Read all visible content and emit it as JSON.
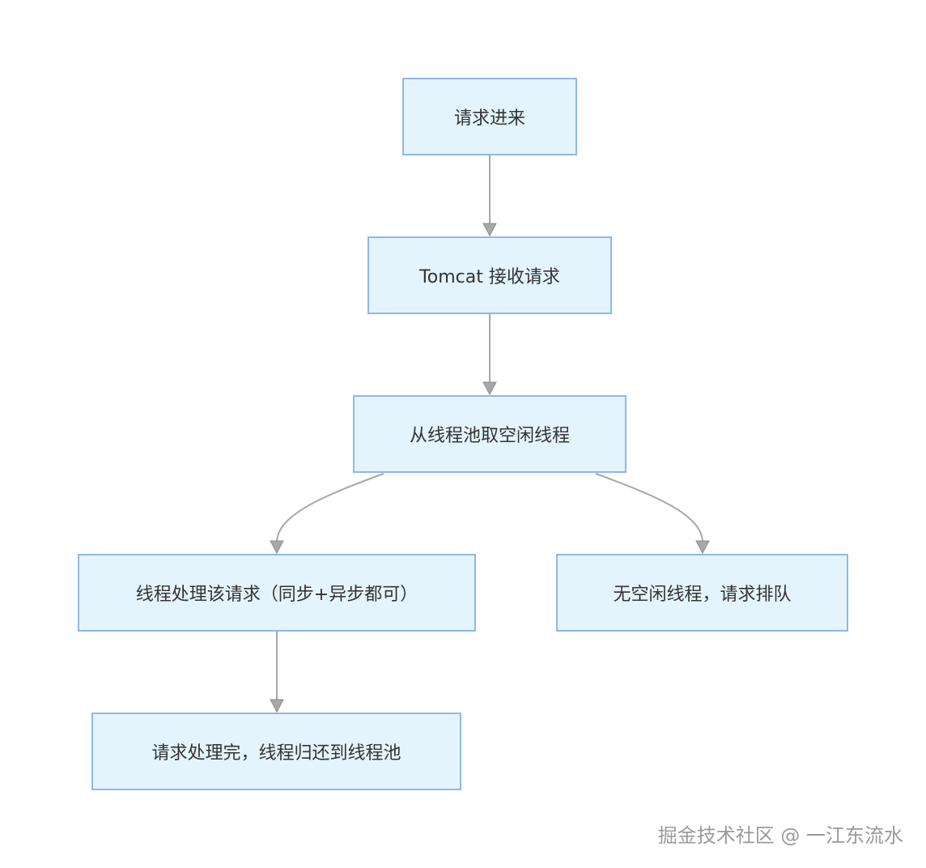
{
  "nodes": [
    {
      "id": "n1",
      "label": "请求进来"
    },
    {
      "id": "n2",
      "label": "Tomcat 接收请求"
    },
    {
      "id": "n3",
      "label": "从线程池取空闲线程"
    },
    {
      "id": "n4",
      "label": "线程处理该请求（同步+异步都可）"
    },
    {
      "id": "n5",
      "label": "无空闲线程，请求排队"
    },
    {
      "id": "n6",
      "label": "请求处理完，线程归还到线程池"
    }
  ],
  "edges": [
    {
      "from": "n1",
      "to": "n2"
    },
    {
      "from": "n2",
      "to": "n3"
    },
    {
      "from": "n3",
      "to": "n4"
    },
    {
      "from": "n3",
      "to": "n5"
    },
    {
      "from": "n4",
      "to": "n6"
    }
  ],
  "colors": {
    "node_fill": "#e3f4fd",
    "node_border": "#8fb8e6",
    "edge": "#a8a8a8",
    "text": "#333333",
    "watermark": "#9a9a9a"
  },
  "watermark": "掘金技术社区 @ 一江东流水"
}
